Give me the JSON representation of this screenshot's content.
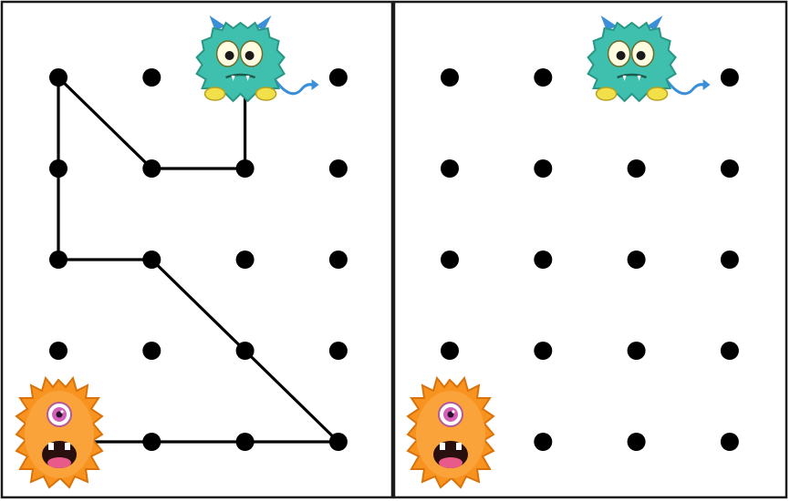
{
  "panels": [
    {
      "name": "example",
      "dots": {
        "cols": 4,
        "rows": 5
      },
      "hidden_dots": [
        [
          0,
          4
        ],
        [
          2,
          0
        ]
      ],
      "path": [
        [
          2,
          0
        ],
        [
          2,
          1
        ],
        [
          1,
          1
        ],
        [
          0,
          0
        ],
        [
          0,
          1
        ],
        [
          0,
          2
        ],
        [
          1,
          2
        ],
        [
          2,
          3
        ],
        [
          3,
          4
        ],
        [
          2,
          4
        ],
        [
          1,
          4
        ],
        [
          0,
          4
        ]
      ]
    },
    {
      "name": "puzzle",
      "dots": {
        "cols": 4,
        "rows": 5
      },
      "hidden_dots": [
        [
          0,
          4
        ],
        [
          2,
          0
        ]
      ],
      "path": []
    }
  ],
  "characters": {
    "start_monster": {
      "icon": "orange-one-eyed-monster-icon",
      "color": "#f7931e"
    },
    "goal_monster": {
      "icon": "teal-horned-monster-icon",
      "color": "#3fbfad"
    }
  },
  "colors": {
    "dot": "#000000",
    "line": "#000000",
    "frame": "#1a1a1a"
  }
}
